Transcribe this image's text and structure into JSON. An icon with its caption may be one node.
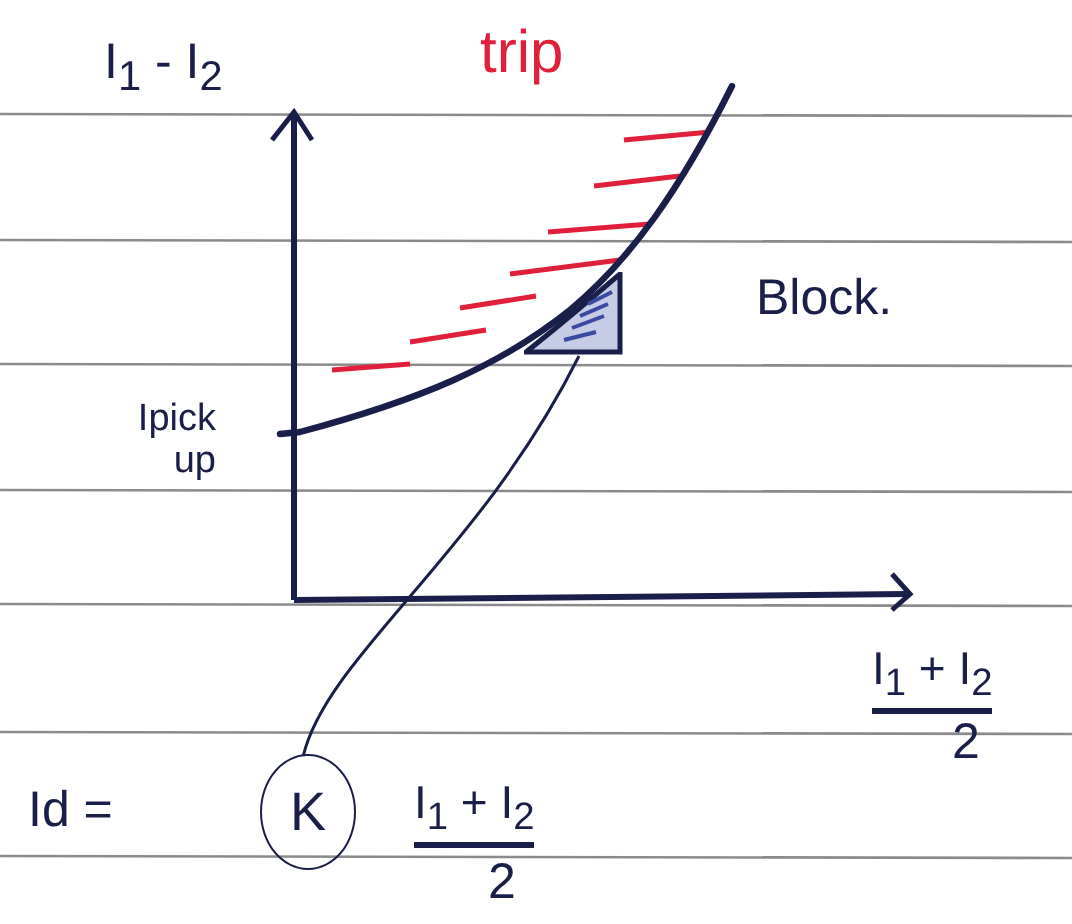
{
  "diagram": {
    "nodes": [
      {
        "text": [
          "K"
        ]
      },
      {
        "text": [],
        "shape": "triangle"
      }
    ],
    "edges": [
      {
        "from": 0,
        "to": 1,
        "arrow": "none"
      }
    ],
    "labels": [
      "I$_{1}$ - I$_{2}$",
      "trip",
      "Block.",
      "Ipick up",
      "I$_{1}$ + I$_{2}$",
      "2",
      "Id =",
      "I$_{1}$ + I$_{2}$",
      "2"
    ]
  }
}
